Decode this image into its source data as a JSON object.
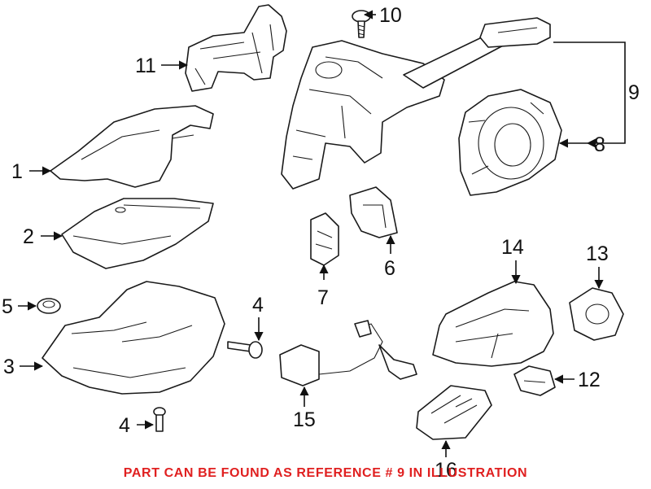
{
  "callouts": {
    "c1": "1",
    "c2": "2",
    "c3": "3",
    "c4a": "4",
    "c4b": "4",
    "c5": "5",
    "c6": "6",
    "c7": "7",
    "c8": "8",
    "c9": "9",
    "c10": "10",
    "c11": "11",
    "c12": "12",
    "c13": "13",
    "c14": "14",
    "c15": "15",
    "c16": "16"
  },
  "footnote": {
    "text": "PART CAN BE FOUND AS REFERENCE # 9 IN ILLUSTRATION",
    "color": "#e02020"
  },
  "colors": {
    "line": "#1a1a1a",
    "background": "#ffffff"
  }
}
